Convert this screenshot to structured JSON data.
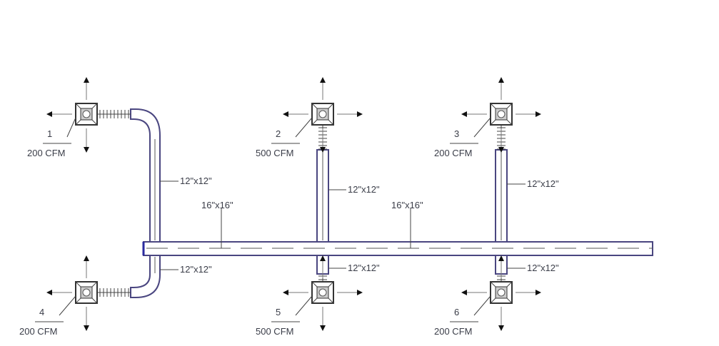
{
  "diagram": {
    "main_duct": {
      "size_labels": [
        "16\"x16\"",
        "16\"x16\""
      ]
    },
    "branch_size_labels": [
      "12\"x12\"",
      "12\"x12\"",
      "12\"x12\"",
      "12\"x12\"",
      "12\"x12\"",
      "12\"x12\""
    ],
    "diffusers": [
      {
        "number": "1",
        "airflow": "200 CFM"
      },
      {
        "number": "2",
        "airflow": "500 CFM"
      },
      {
        "number": "3",
        "airflow": "200 CFM"
      },
      {
        "number": "4",
        "airflow": "200 CFM"
      },
      {
        "number": "5",
        "airflow": "500 CFM"
      },
      {
        "number": "6",
        "airflow": "200 CFM"
      }
    ],
    "colors": {
      "duct": "#4a4680",
      "text": "#3a3d48",
      "symbol": "#444444"
    }
  }
}
